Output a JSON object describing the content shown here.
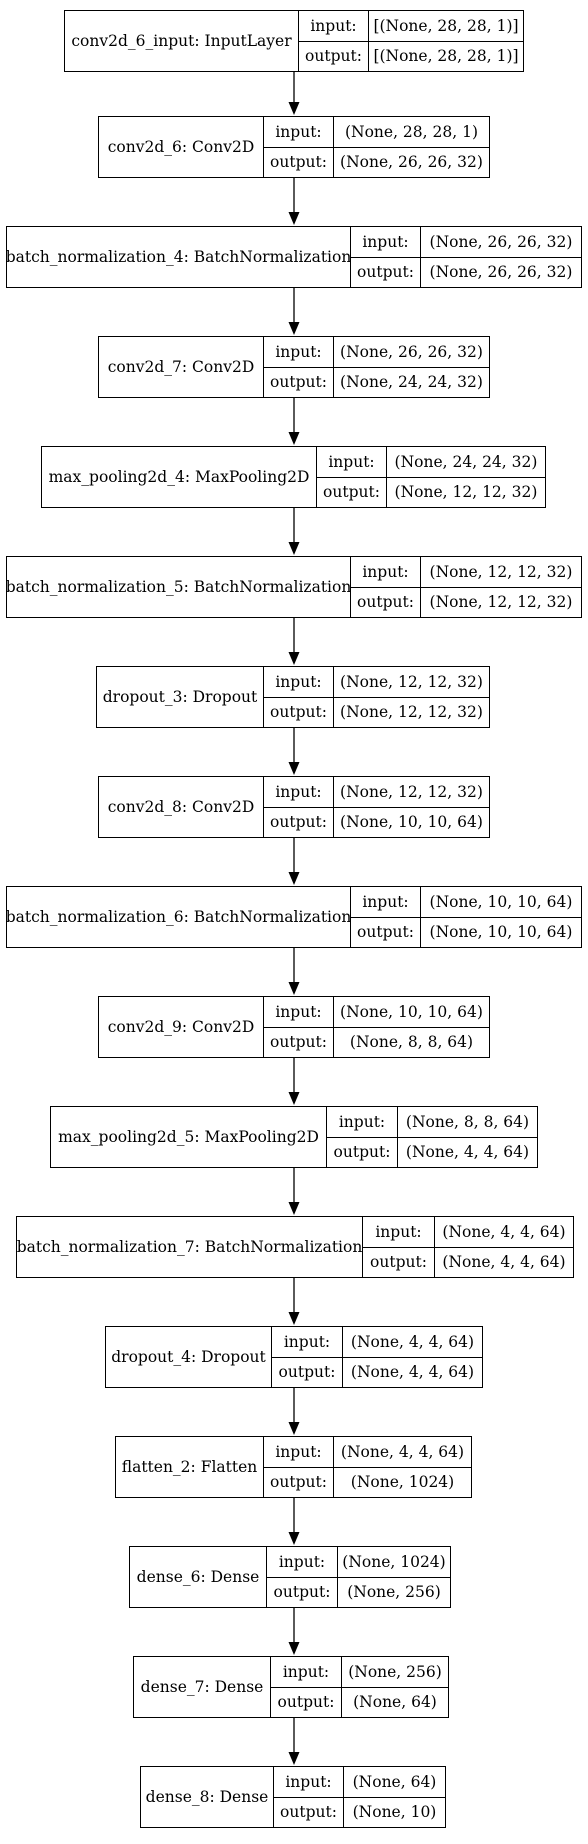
{
  "diagram": {
    "io_labels": {
      "input": "input:",
      "output": "output:"
    },
    "nodes": [
      {
        "id": "conv2d_6_input",
        "label": "conv2d_6_input: InputLayer",
        "input": "[(None, 28, 28, 1)]",
        "output": "[(None, 28, 28, 1)]"
      },
      {
        "id": "conv2d_6",
        "label": "conv2d_6: Conv2D",
        "input": "(None, 28, 28, 1)",
        "output": "(None, 26, 26, 32)"
      },
      {
        "id": "batch_normalization_4",
        "label": "batch_normalization_4: BatchNormalization",
        "input": "(None, 26, 26, 32)",
        "output": "(None, 26, 26, 32)"
      },
      {
        "id": "conv2d_7",
        "label": "conv2d_7: Conv2D",
        "input": "(None, 26, 26, 32)",
        "output": "(None, 24, 24, 32)"
      },
      {
        "id": "max_pooling2d_4",
        "label": "max_pooling2d_4: MaxPooling2D",
        "input": "(None, 24, 24, 32)",
        "output": "(None, 12, 12, 32)"
      },
      {
        "id": "batch_normalization_5",
        "label": "batch_normalization_5: BatchNormalization",
        "input": "(None, 12, 12, 32)",
        "output": "(None, 12, 12, 32)"
      },
      {
        "id": "dropout_3",
        "label": "dropout_3: Dropout",
        "input": "(None, 12, 12, 32)",
        "output": "(None, 12, 12, 32)"
      },
      {
        "id": "conv2d_8",
        "label": "conv2d_8: Conv2D",
        "input": "(None, 12, 12, 32)",
        "output": "(None, 10, 10, 64)"
      },
      {
        "id": "batch_normalization_6",
        "label": "batch_normalization_6: BatchNormalization",
        "input": "(None, 10, 10, 64)",
        "output": "(None, 10, 10, 64)"
      },
      {
        "id": "conv2d_9",
        "label": "conv2d_9: Conv2D",
        "input": "(None, 10, 10, 64)",
        "output": "(None, 8, 8, 64)"
      },
      {
        "id": "max_pooling2d_5",
        "label": "max_pooling2d_5: MaxPooling2D",
        "input": "(None, 8, 8, 64)",
        "output": "(None, 4, 4, 64)"
      },
      {
        "id": "batch_normalization_7",
        "label": "batch_normalization_7: BatchNormalization",
        "input": "(None, 4, 4, 64)",
        "output": "(None, 4, 4, 64)"
      },
      {
        "id": "dropout_4",
        "label": "dropout_4: Dropout",
        "input": "(None, 4, 4, 64)",
        "output": "(None, 4, 4, 64)"
      },
      {
        "id": "flatten_2",
        "label": "flatten_2: Flatten",
        "input": "(None, 4, 4, 64)",
        "output": "(None, 1024)"
      },
      {
        "id": "dense_6",
        "label": "dense_6: Dense",
        "input": "(None, 1024)",
        "output": "(None, 256)"
      },
      {
        "id": "dense_7",
        "label": "dense_7: Dense",
        "input": "(None, 256)",
        "output": "(None, 64)"
      },
      {
        "id": "dense_8",
        "label": "dense_8: Dense",
        "input": "(None, 64)",
        "output": "(None, 10)"
      }
    ],
    "edges": [
      [
        "conv2d_6_input",
        "conv2d_6"
      ],
      [
        "conv2d_6",
        "batch_normalization_4"
      ],
      [
        "batch_normalization_4",
        "conv2d_7"
      ],
      [
        "conv2d_7",
        "max_pooling2d_4"
      ],
      [
        "max_pooling2d_4",
        "batch_normalization_5"
      ],
      [
        "batch_normalization_5",
        "dropout_3"
      ],
      [
        "dropout_3",
        "conv2d_8"
      ],
      [
        "conv2d_8",
        "batch_normalization_6"
      ],
      [
        "batch_normalization_6",
        "conv2d_9"
      ],
      [
        "conv2d_9",
        "max_pooling2d_5"
      ],
      [
        "max_pooling2d_5",
        "batch_normalization_7"
      ],
      [
        "batch_normalization_7",
        "dropout_4"
      ],
      [
        "dropout_4",
        "flatten_2"
      ],
      [
        "flatten_2",
        "dense_6"
      ],
      [
        "dense_6",
        "dense_7"
      ],
      [
        "dense_7",
        "dense_8"
      ]
    ]
  }
}
